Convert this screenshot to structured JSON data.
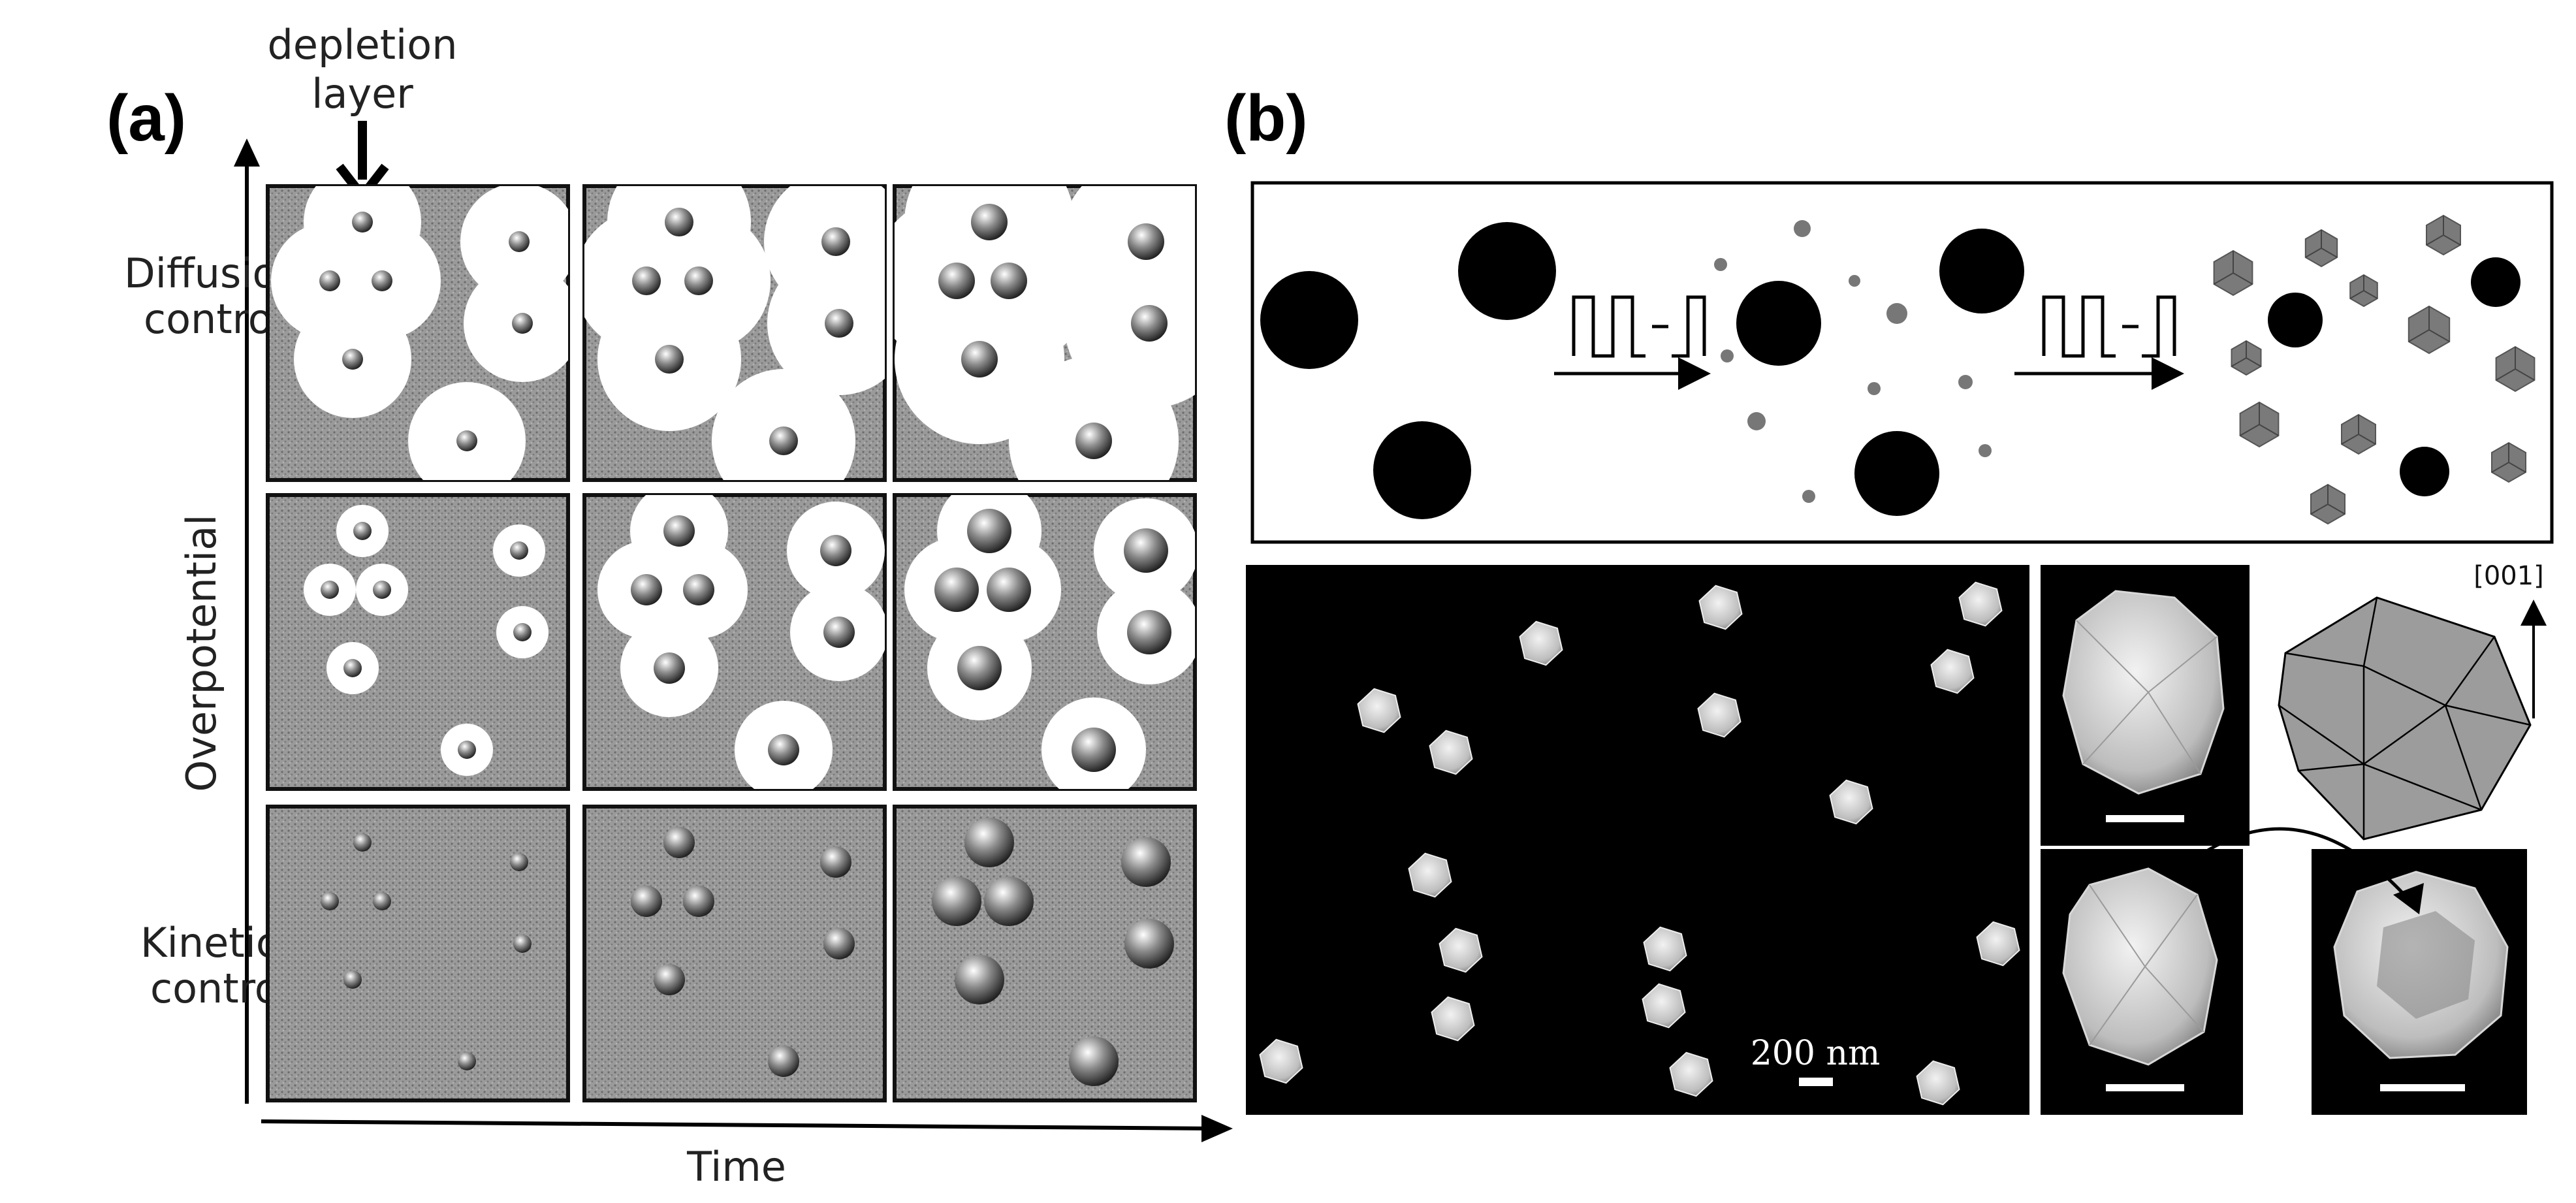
{
  "panel_a": {
    "label": "(a)",
    "depletion_label_line1": "depletion",
    "depletion_label_line2": "layer",
    "y_axis_label": "Overpotential",
    "x_axis_label": "Time",
    "row_labels": [
      {
        "line1": "Diffusion",
        "line2": "control"
      },
      {
        "line1": "Kinetic",
        "line2": "control"
      }
    ]
  },
  "panel_b": {
    "label": "(b)",
    "scale_bar_label": "200 nm",
    "direction_label": "[001]"
  },
  "colors": {
    "cell_background": "#8f8f8f",
    "depletion_zone": "#ffffff",
    "particle_dark": "#000000",
    "nanocrystal_grey": "#777777",
    "sem_background": "#000000"
  }
}
